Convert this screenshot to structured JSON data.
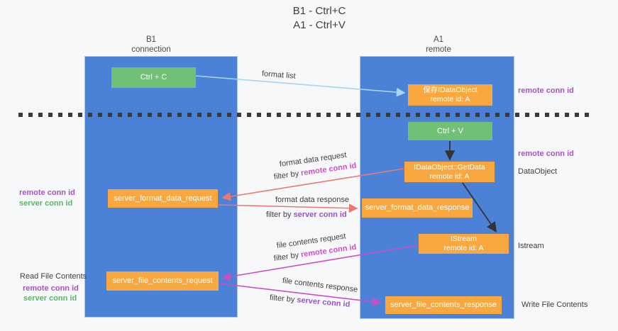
{
  "title": {
    "line1": "B1 - Ctrl+C",
    "line2": "A1 - Ctrl+V"
  },
  "lanes": {
    "left": {
      "title": "B1",
      "subtitle": "connection"
    },
    "right": {
      "title": "A1",
      "subtitle": "remote"
    }
  },
  "boxes": {
    "ctrl_c": {
      "label": "Ctrl + C"
    },
    "save_idataobject": {
      "line1": "保存IDataObject",
      "line2": "remote id: A"
    },
    "ctrl_v": {
      "label": "Ctrl + V"
    },
    "getdata": {
      "line1": "IDataObject::GetData",
      "line2": "remote id: A"
    },
    "format_request": {
      "label": "server_format_data_request"
    },
    "format_response": {
      "label": "server_format_data_response"
    },
    "istream": {
      "line1": "IStream",
      "line2": "remote id: A"
    },
    "file_request": {
      "label": "server_file_contents_request"
    },
    "file_response": {
      "label": "server_file_contents_response"
    }
  },
  "flow_labels": {
    "format_list": "format list",
    "format_request": {
      "caption": "format data request",
      "filter_prefix": "filter by ",
      "filter_value": "remote conn id"
    },
    "format_response": {
      "caption": "format data response",
      "filter_prefix": "filter by ",
      "filter_value": "server conn id"
    },
    "file_request": {
      "caption": "file contents request",
      "filter_prefix": "filter by ",
      "filter_value": "remote conn id"
    },
    "file_response": {
      "caption": "file contents response",
      "filter_prefix": "filter by ",
      "filter_value": "server conn id"
    }
  },
  "left_margin": {
    "format": {
      "line1": "remote conn id",
      "line2": "server conn id"
    },
    "file": {
      "title": "Read File Contents",
      "line1": "remote conn id",
      "line2": "server conn id"
    }
  },
  "right_margin": {
    "save": "remote conn id",
    "getdata_conn": "remote conn id",
    "dataobject": "DataObject",
    "istream": "Istream",
    "write": "Write File Contents"
  },
  "colors": {
    "lane_blue": "#4c81d8",
    "box_orange": "#f8a83f",
    "box_green": "#72c076",
    "arrow_blue": "#a9d4f2",
    "arrow_salmon": "#e87a72",
    "arrow_magenta": "#ca4ec5",
    "text_purple": "#a952c5",
    "text_green": "#5cb567",
    "text_pink": "#cf4ec9",
    "text_violet": "#9b4fd0"
  }
}
